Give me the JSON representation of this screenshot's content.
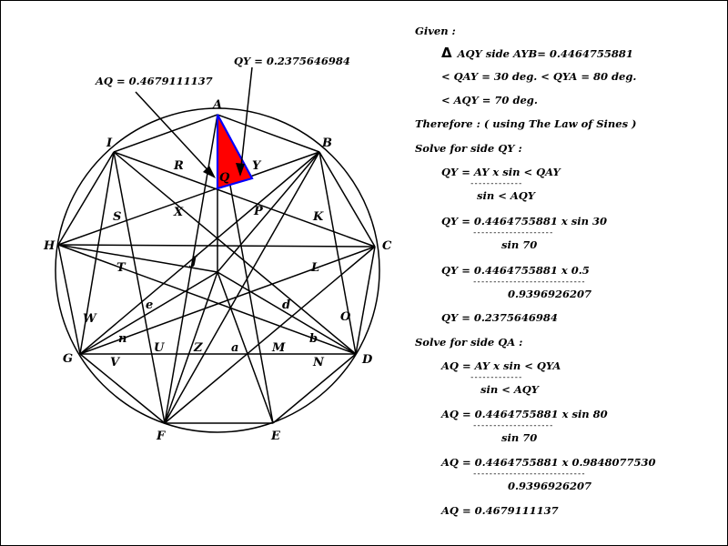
{
  "points": {
    "A": "A",
    "B": "B",
    "C": "C",
    "D": "D",
    "E": "E",
    "F": "F",
    "G": "G",
    "H": "H",
    "I": "I",
    "J": "J",
    "K": "K",
    "L": "L",
    "M": "M",
    "N": "N",
    "P": "P",
    "Q": "Q",
    "R": "R",
    "S": "S",
    "T": "T",
    "U": "U",
    "V": "V",
    "W": "W",
    "X": "X",
    "Y": "Y",
    "Z": "Z",
    "a": "a",
    "b": "b",
    "d": "d",
    "e": "e",
    "n": "n"
  },
  "annotations": {
    "qy": "QY = 0.2375646984",
    "aq": "AQ = 0.4679111137"
  },
  "colors": {
    "triangle_fill": "#ff0000",
    "triangle_edge": "#0000ff"
  },
  "calc": {
    "given": "Given :",
    "triangle_line": "AQY     side AYB= 0.4464755881",
    "angles1": "< QAY = 30 deg.      < QYA = 80 deg.",
    "angles2": "< AQY = 70 deg.",
    "therefore": "Therefore : ( using The Law of Sines )",
    "solve_qy": "Solve for side QY :",
    "qy_f1_num": "QY = AY x sin < QAY",
    "qy_f1_rule": "-------------",
    "qy_f1_den": "sin < AQY",
    "qy_f2_num": "QY = 0.4464755881 x sin 30",
    "qy_f2_rule": "--------------------",
    "qy_f2_den": "sin 70",
    "qy_f3_num": "QY = 0.4464755881 x  0.5",
    "qy_f3_rule": "----------------------------",
    "qy_f3_den": "0.9396926207",
    "qy_result": "QY = 0.2375646984",
    "solve_qa": "Solve for side QA :",
    "aq_f1_num": "AQ = AY x sin < QYA",
    "aq_f1_rule": "-------------",
    "aq_f1_den": "sin < AQY",
    "aq_f2_num": "AQ = 0.4464755881 x sin 80",
    "aq_f2_rule": "--------------------",
    "aq_f2_den": "sin 70",
    "aq_f3_num": "AQ = 0.4464755881 x  0.9848077530",
    "aq_f3_rule": "----------------------------",
    "aq_f3_den": "0.9396926207",
    "aq_result": "AQ = 0.4679111137"
  }
}
